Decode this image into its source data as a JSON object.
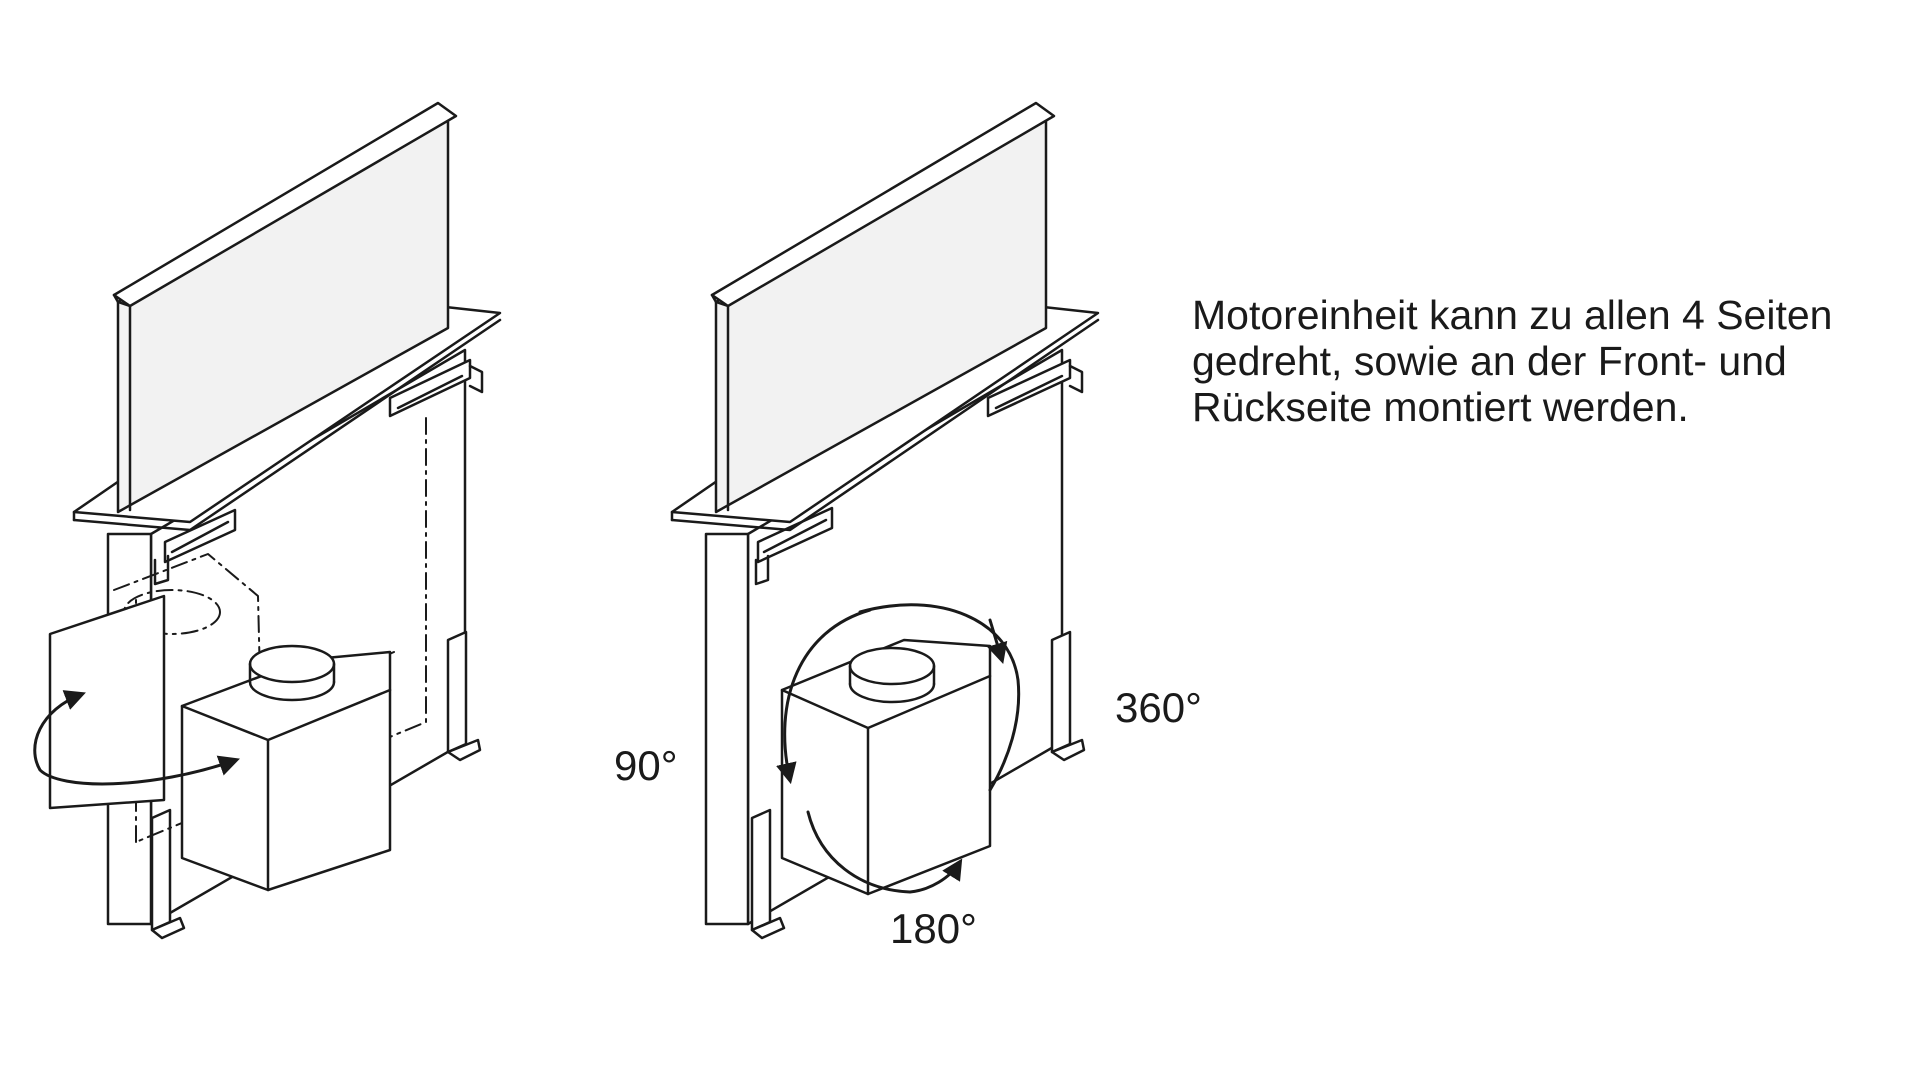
{
  "description": {
    "lines": [
      "Motoreinheit kann zu allen 4 Seiten",
      "gedreht, sowie an der Front- und",
      "Rückseite montiert werden."
    ]
  },
  "angles": {
    "a90": "90°",
    "a360": "360°",
    "a180": "180°"
  },
  "colors": {
    "line": "#1a1a1a",
    "panel": "#f2f2f2",
    "background": "#ffffff"
  }
}
